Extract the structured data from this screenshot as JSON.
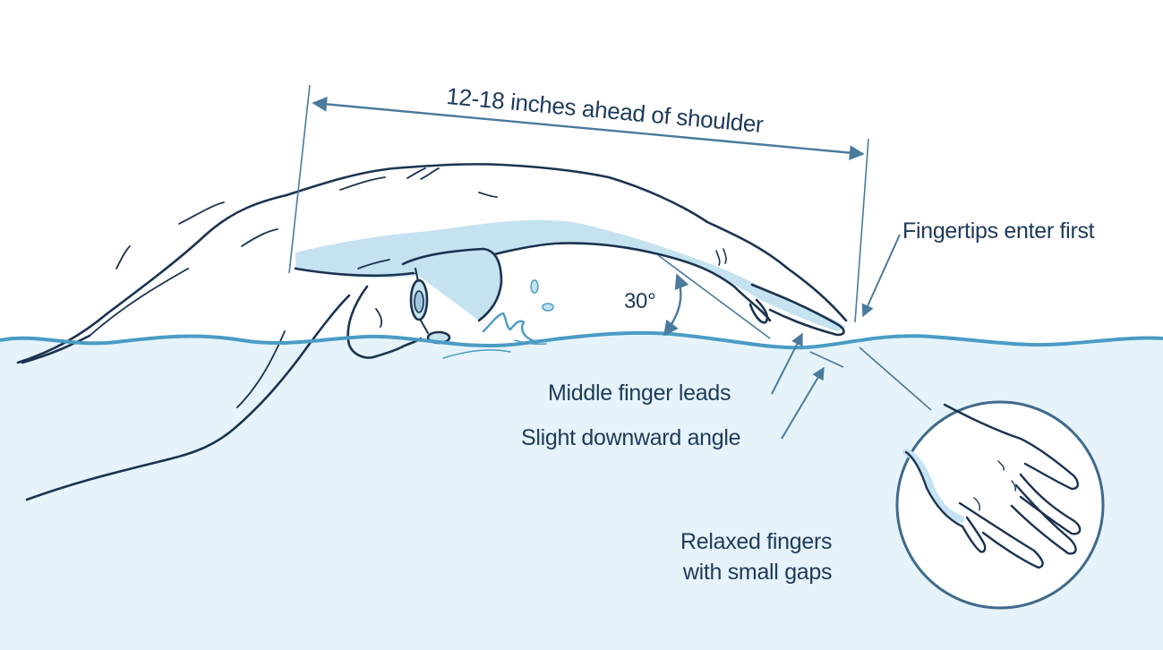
{
  "diagram": {
    "subject": "Freestyle swimming hand entry technique",
    "labels": {
      "distance": "12-18 inches ahead of shoulder",
      "fingertips": "Fingertips enter first",
      "angle": "30°",
      "middle_finger": "Middle finger leads",
      "downward_angle": "Slight downward angle",
      "relaxed_line1": "Relaxed fingers",
      "relaxed_line2": "with small gaps"
    },
    "icons": {
      "swimmer": "swimmer-illustration",
      "hand_detail": "hand-closeup-circle",
      "distance_arrow": "double-headed-arrow",
      "angle_arrow": "curved-double-arrow"
    },
    "colors": {
      "background": "#ffffff",
      "water": "#e6f3fb",
      "water_line": "#4a9cc4",
      "outline": "#1b3350",
      "fill_light_blue": "#c5e2f1",
      "text": "#1d3a5c",
      "annotation_arrow": "#3f6f92"
    }
  }
}
